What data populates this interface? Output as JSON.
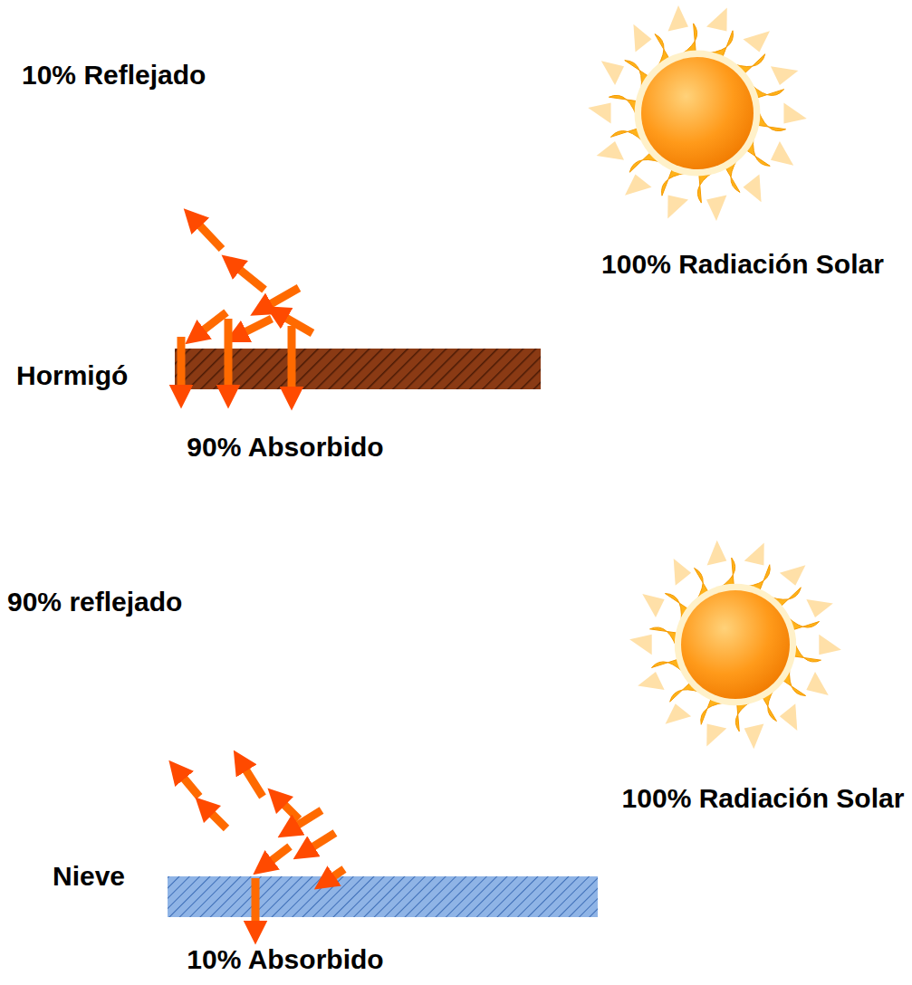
{
  "diagram": {
    "labels": [
      "10% Reflejado",
      "100%  Radiación Solar",
      "Hormigó",
      "90% Absorbido",
      "90% reflejado",
      "100% Radiación Solar",
      "Nieve",
      "10% Absorbido"
    ]
  }
}
